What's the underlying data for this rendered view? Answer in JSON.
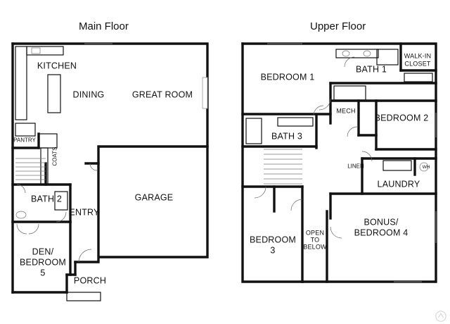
{
  "main_floor": {
    "title": "Main Floor",
    "rooms": {
      "kitchen": "KITCHEN",
      "dining": "DINING",
      "great_room": "GREAT ROOM",
      "pantry": "PANTRY",
      "coats": "COATS",
      "bath_2": "BATH 2",
      "entry": "ENTRY",
      "garage": "GARAGE",
      "den_line1": "DEN/",
      "den_line2": "BEDROOM",
      "den_line3": "5",
      "porch": "PORCH"
    }
  },
  "upper_floor": {
    "title": "Upper Floor",
    "rooms": {
      "bedroom_1": "BEDROOM 1",
      "bath_1": "BATH 1",
      "walk_in_line1": "WALK-IN",
      "walk_in_line2": "CLOSET",
      "mech": "MECH",
      "bedroom_2": "BEDROOM 2",
      "bath_3": "BATH 3",
      "linen": "LINEN",
      "wh": "WH",
      "laundry": "LAUNDRY",
      "bonus_line1": "BONUS/",
      "bonus_line2": "BEDROOM 4",
      "bedroom_3_line1": "BEDROOM",
      "bedroom_3_line2": "3",
      "open_line1": "OPEN",
      "open_line2": "TO",
      "open_line3": "BELOW"
    }
  }
}
